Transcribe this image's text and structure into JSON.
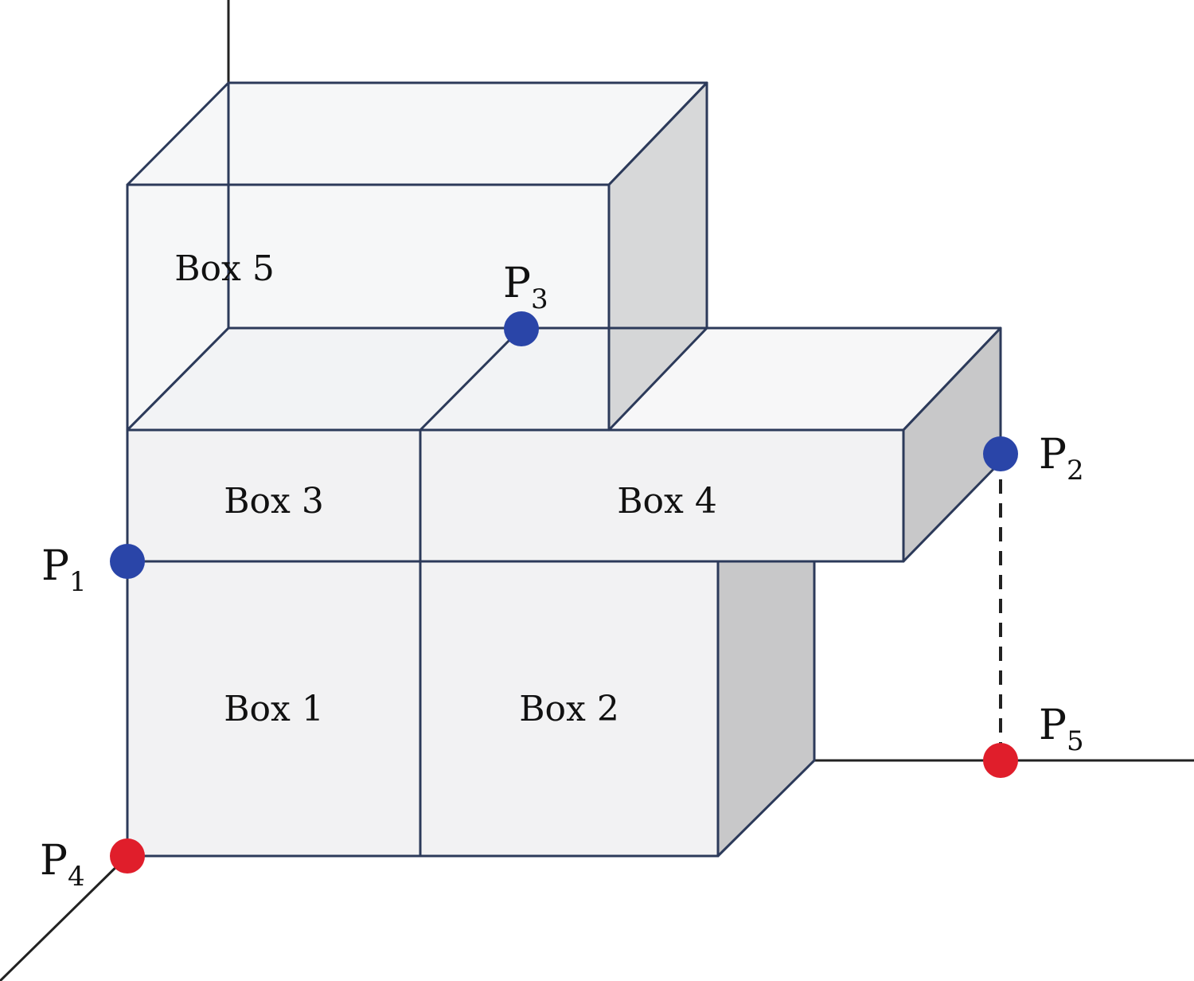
{
  "diagram": {
    "boxes": [
      {
        "id": "box1",
        "label": "Box 1"
      },
      {
        "id": "box2",
        "label": "Box 2"
      },
      {
        "id": "box3",
        "label": "Box 3"
      },
      {
        "id": "box4",
        "label": "Box 4"
      },
      {
        "id": "box5",
        "label": "Box 5"
      }
    ],
    "points": [
      {
        "id": "p1",
        "letter": "P",
        "sub": "1",
        "color": "#2a45a8"
      },
      {
        "id": "p2",
        "letter": "P",
        "sub": "2",
        "color": "#2a45a8"
      },
      {
        "id": "p3",
        "letter": "P",
        "sub": "3",
        "color": "#2a45a8"
      },
      {
        "id": "p4",
        "letter": "P",
        "sub": "4",
        "color": "#e01e2b"
      },
      {
        "id": "p5",
        "letter": "P",
        "sub": "5",
        "color": "#e01e2b"
      }
    ],
    "colors": {
      "edge": "#2c3a5a",
      "face": "#f2f2f3",
      "side": "#c8c8c9",
      "reference_point": "#2a45a8",
      "floor_point": "#e01e2b"
    }
  }
}
